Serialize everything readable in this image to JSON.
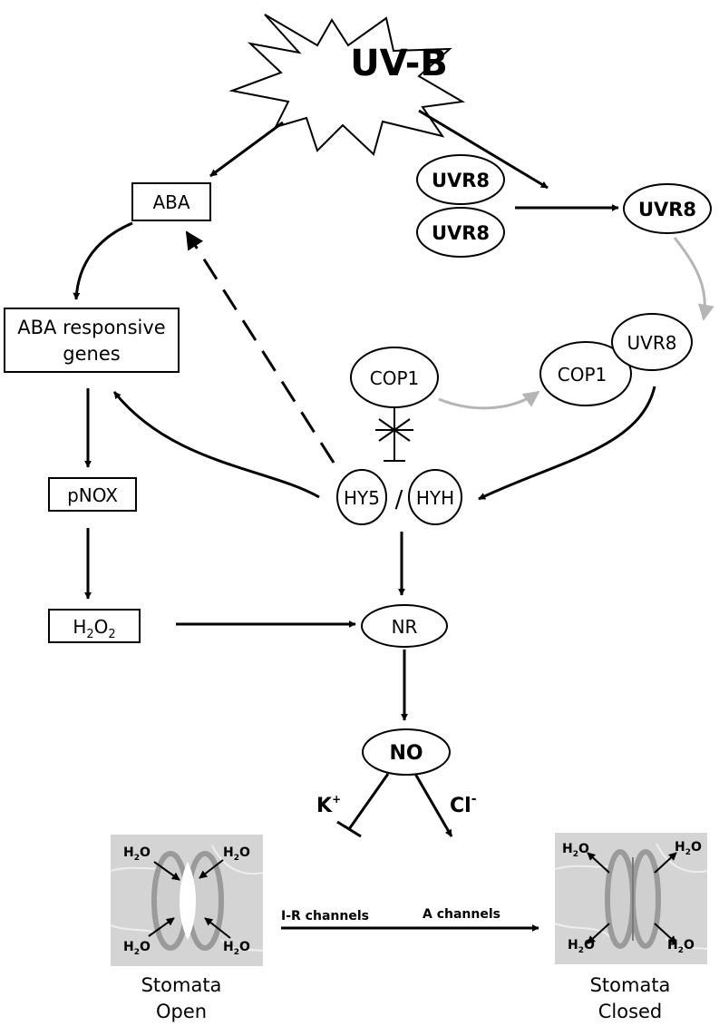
{
  "nodes": {
    "uvb": "UV-B",
    "aba": "ABA",
    "aba_genes_line1": "ABA responsive",
    "aba_genes_line2": "genes",
    "pnox": "pNOX",
    "h2o2_main": "H",
    "h2o2_sub1": "2",
    "h2o2_o": "O",
    "h2o2_sub2": "2",
    "uvr8_dimer_top": "UVR8",
    "uvr8_dimer_bottom": "UVR8",
    "uvr8_monomer": "UVR8",
    "uvr8_complex": "UVR8",
    "cop1_complex": "COP1",
    "cop1_free": "COP1",
    "hy5": "HY5",
    "slash": "/",
    "hyh": "HYH",
    "nr": "NR",
    "no": "NO",
    "k_ion": "K",
    "k_charge": "+",
    "cl_ion": "Cl",
    "cl_charge": "-",
    "ir_channels": "I-R channels",
    "a_channels": "A channels"
  },
  "stomata_open": {
    "water_label": "H",
    "water_sub": "2",
    "water_o": "O",
    "caption_line1": "Stomata",
    "caption_line2": "Open"
  },
  "stomata_closed": {
    "water_label": "H",
    "water_sub": "2",
    "water_o": "O",
    "caption_line1": "Stomata",
    "caption_line2": "Closed"
  },
  "colors": {
    "arrow": "#000000",
    "grey_arrow": "#b5b5b5",
    "stomata_bg": "#d4d4d4",
    "guard_cell": "#9a9a9a"
  }
}
